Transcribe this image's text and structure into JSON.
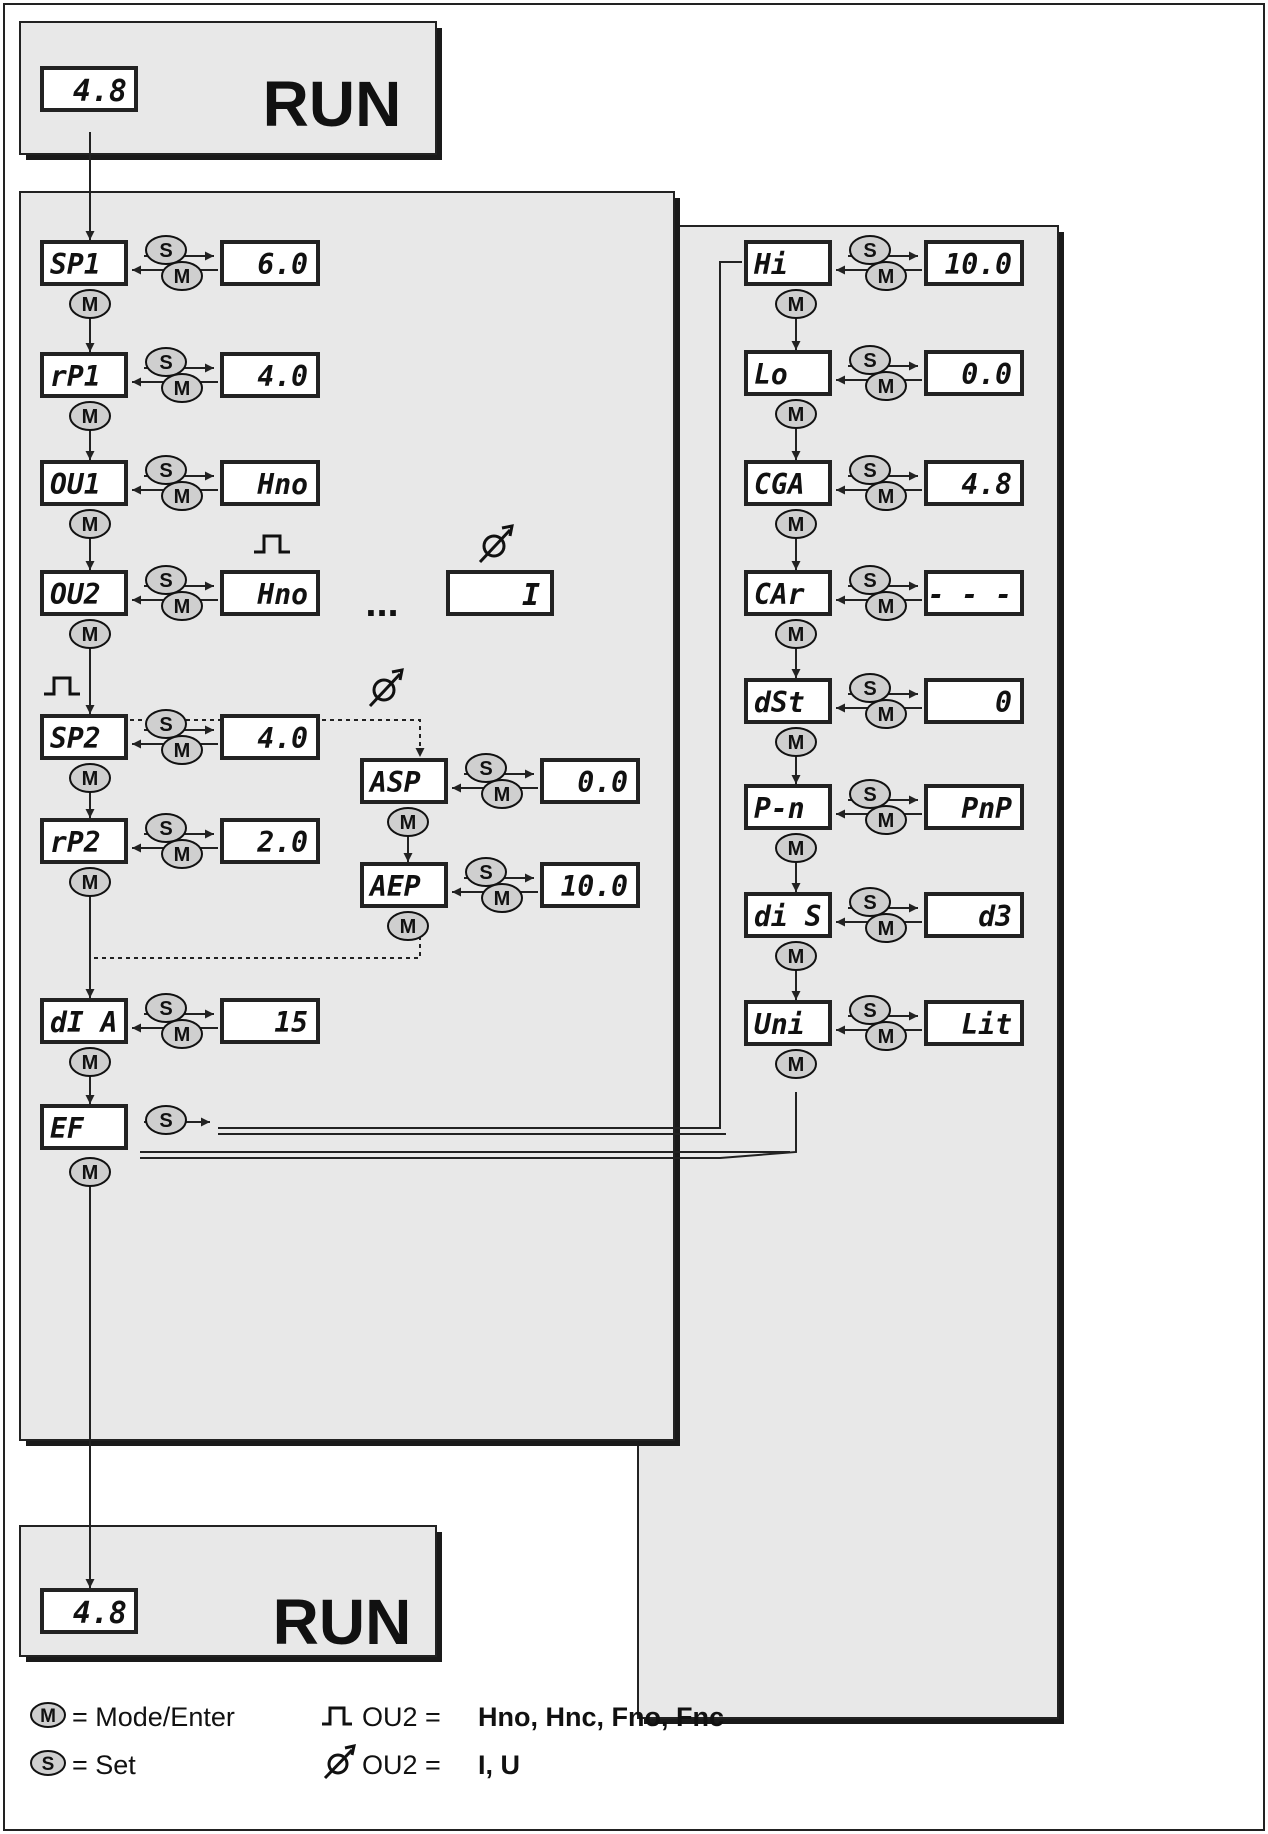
{
  "run_top": {
    "display": "4.8",
    "label": "RUN"
  },
  "run_bottom": {
    "display": "4.8",
    "label": "RUN"
  },
  "button_labels": {
    "mode": "M",
    "set": "S"
  },
  "main": {
    "sp1": {
      "code": "SP1",
      "value": "6.0"
    },
    "rp1": {
      "code": "rP1",
      "value": "4.0"
    },
    "ou1": {
      "code": "OU1",
      "value": "Hno"
    },
    "ou2": {
      "code": "OU2",
      "value": "Hno",
      "ellipsis": "...",
      "analog_value": "I"
    },
    "sp2": {
      "code": "SP2",
      "value": "4.0"
    },
    "rp2": {
      "code": "rP2",
      "value": "2.0"
    },
    "asp": {
      "code": "ASP",
      "value": "0.0"
    },
    "aep": {
      "code": "AEP",
      "value": "10.0"
    },
    "dia": {
      "code": "dI A",
      "value": "15"
    },
    "ef": {
      "code": "EF"
    }
  },
  "ext": {
    "hi": {
      "code": "Hi",
      "value": "10.0"
    },
    "lo": {
      "code": "Lo",
      "value": "0.0"
    },
    "cga": {
      "code": "CGA",
      "value": "4.8"
    },
    "car": {
      "code": "CAr",
      "value": "- - -"
    },
    "dst": {
      "code": "dSt",
      "value": "0"
    },
    "pn": {
      "code": "P-n",
      "value": "PnP"
    },
    "dis": {
      "code": "di S",
      "value": "d3"
    },
    "uni": {
      "code": "Uni",
      "value": "Lit"
    }
  },
  "legend": {
    "mode_text": "= Mode/Enter",
    "set_text": "= Set",
    "pulse_prefix": "OU2 =",
    "pulse_values": "Hno, Hnc, Fno, Fnc",
    "analog_prefix": "OU2 =",
    "analog_values": "I, U"
  },
  "colors": {
    "panel": "#e8e8e8",
    "shadow": "#1a1a1a",
    "line": "#333333",
    "oval": "#cfcfcf"
  }
}
